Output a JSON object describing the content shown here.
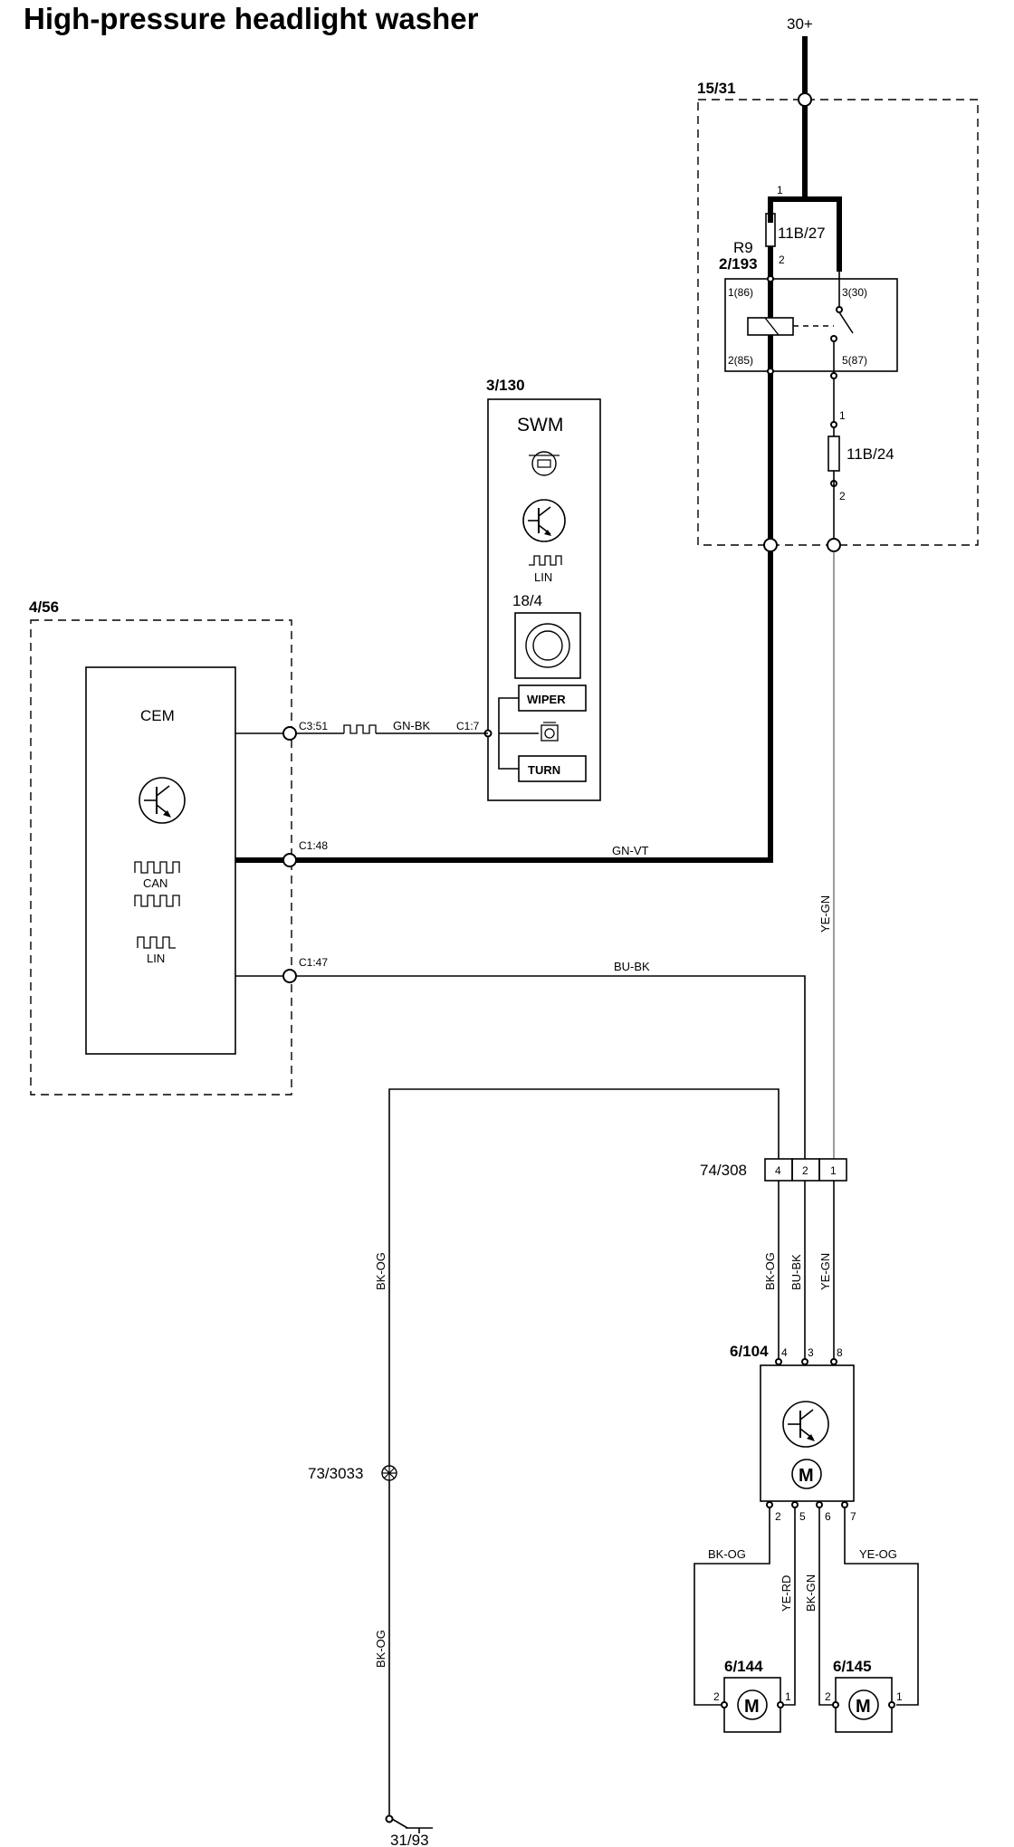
{
  "title": "High-pressure headlight washer",
  "supply": "30+",
  "ground": "31/93",
  "components": {
    "fuse_box": "15/31",
    "relay": "2/193",
    "resistor": "R9",
    "fuse_upper": "11B/27",
    "fuse_lower": "11B/24",
    "swm": "3/130",
    "swm_name": "SWM",
    "lin": "LIN",
    "switch_id": "18/4",
    "wiper_btn": "WIPER",
    "turn_btn": "TURN",
    "cem_box": "4/56",
    "cem_name": "CEM",
    "can": "CAN",
    "connector": "74/308",
    "pump_ctrl": "6/104",
    "splice": "73/3033",
    "motor_left": "6/144",
    "motor_right": "6/145"
  },
  "pins": {
    "relay_86": "1(86)",
    "relay_30": "3(30)",
    "relay_85": "2(85)",
    "relay_87": "5(87)",
    "fuse27_1": "1",
    "fuse27_2": "2",
    "fuse24_1": "1",
    "fuse24_2": "2",
    "cem_c351": "C3:51",
    "cem_c148": "C1:48",
    "cem_c147": "C1:47",
    "swm_c17": "C1:7",
    "conn_4": "4",
    "conn_2": "2",
    "conn_1": "1",
    "ctrl_in_4": "4",
    "ctrl_in_3": "3",
    "ctrl_in_8": "8",
    "ctrl_out_2": "2",
    "ctrl_out_5": "5",
    "ctrl_out_6": "6",
    "ctrl_out_7": "7",
    "m144_2": "2",
    "m144_1": "1",
    "m145_2": "2",
    "m145_1": "1"
  },
  "wires": {
    "gn_bk": "GN-BK",
    "gn_vt": "GN-VT",
    "bu_bk": "BU-BK",
    "ye_gn_vertical": "YE-GN",
    "bk_og_left_upper": "BK-OG",
    "bk_og_left_lower": "BK-OG",
    "bk_og_conn": "BK-OG",
    "bu_bk_conn": "BU-BK",
    "ye_gn_conn": "YE-GN",
    "bk_og_motor": "BK-OG",
    "ye_rd_motor": "YE-RD",
    "bk_gn_motor": "BK-GN",
    "ye_og_motor": "YE-OG"
  },
  "symbols": {
    "motor": "M"
  }
}
